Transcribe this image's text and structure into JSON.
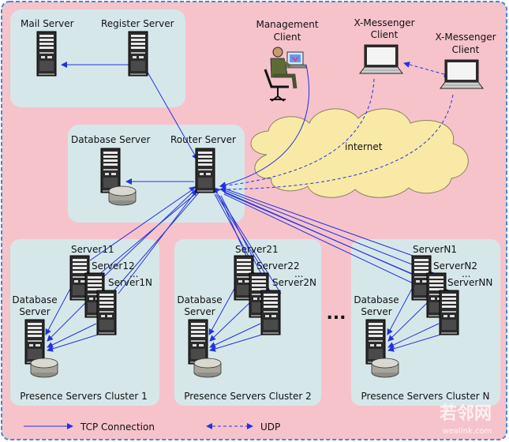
{
  "colors": {
    "frame": "#3c8dd8",
    "page": "#f6c3cb",
    "panel": "#d6e7ea",
    "cloud": "#f8eaa6",
    "tcp": "#2233dd",
    "udp": "#2233dd"
  },
  "labels": {
    "mail_server": "Mail Server",
    "register_server": "Register Server",
    "management_client": [
      "Management",
      "Client"
    ],
    "messenger_client_1": [
      "X-Messenger",
      "Client"
    ],
    "messenger_client_2": [
      "X-Messenger",
      "Client"
    ],
    "database_server_top": "Database Server",
    "router_server": "Router Server",
    "internet": "internet",
    "cluster1": {
      "s1": "Server11",
      "s2": "Server12",
      "dots": "...",
      "sn": "Server1N",
      "db": [
        "Database",
        "Server"
      ],
      "caption": "Presence Servers Cluster 1"
    },
    "cluster2": {
      "s1": "Server21",
      "s2": "Server22",
      "dots": "...",
      "sn": "Server2N",
      "db": [
        "Database",
        "Server"
      ],
      "caption": "Presence Servers Cluster 2"
    },
    "clusterN": {
      "s1": "ServerN1",
      "s2": "ServerN2",
      "dots": "...",
      "sn": "ServerNN",
      "db": [
        "Database",
        "Server"
      ],
      "caption": "Presence Servers Cluster N"
    },
    "between_clusters": "...",
    "legend": {
      "tcp": "TCP Connection",
      "udp": "UDP"
    }
  },
  "watermark": {
    "main": "若邻网",
    "sub": "wealink.com"
  }
}
